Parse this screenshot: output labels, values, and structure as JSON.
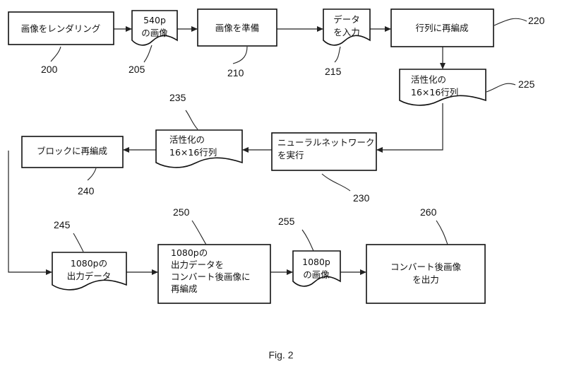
{
  "diagram": {
    "nodes": [
      {
        "id": "render",
        "shape": "process",
        "lines": [
          "画像をレンダリング"
        ],
        "ref": "200"
      },
      {
        "id": "img540",
        "shape": "document",
        "lines": [
          "540p",
          "の画像"
        ],
        "ref": "205"
      },
      {
        "id": "prepare",
        "shape": "process",
        "lines": [
          "画像を準備"
        ],
        "ref": "210"
      },
      {
        "id": "input",
        "shape": "document",
        "lines": [
          "データ",
          "を入力"
        ],
        "ref": "215"
      },
      {
        "id": "reorg_matrix",
        "shape": "process",
        "lines": [
          "行列に再編成"
        ],
        "ref": "220"
      },
      {
        "id": "act1",
        "shape": "document",
        "lines": [
          "活性化の",
          "16×16行列"
        ],
        "ref": "225"
      },
      {
        "id": "nn",
        "shape": "process",
        "lines": [
          "ニューラルネットワーク",
          "を実行"
        ],
        "ref": "230"
      },
      {
        "id": "act2",
        "shape": "document",
        "lines": [
          "活性化の",
          "16×16行列"
        ],
        "ref": "235"
      },
      {
        "id": "reorg_block",
        "shape": "process",
        "lines": [
          "ブロックに再編成"
        ],
        "ref": "240"
      },
      {
        "id": "out1080",
        "shape": "document",
        "lines": [
          "1080pの",
          "出力データ"
        ],
        "ref": "245"
      },
      {
        "id": "reorg_conv",
        "shape": "process",
        "lines": [
          "1080pの",
          "出力データを",
          "コンバート後画像に",
          "再編成"
        ],
        "ref": "250"
      },
      {
        "id": "img1080",
        "shape": "document",
        "lines": [
          "1080p",
          "の画像"
        ],
        "ref": "255"
      },
      {
        "id": "output",
        "shape": "process",
        "lines": [
          "コンバート後画像",
          "を出力"
        ],
        "ref": "260"
      }
    ],
    "edges": [
      {
        "from": "render",
        "to": "img540"
      },
      {
        "from": "img540",
        "to": "prepare"
      },
      {
        "from": "prepare",
        "to": "input"
      },
      {
        "from": "input",
        "to": "reorg_matrix"
      },
      {
        "from": "reorg_matrix",
        "to": "act1"
      },
      {
        "from": "act1",
        "to": "nn"
      },
      {
        "from": "nn",
        "to": "act2"
      },
      {
        "from": "act2",
        "to": "reorg_block"
      },
      {
        "from": "reorg_block",
        "to": "out1080"
      },
      {
        "from": "out1080",
        "to": "reorg_conv"
      },
      {
        "from": "reorg_conv",
        "to": "img1080"
      },
      {
        "from": "img1080",
        "to": "output"
      }
    ]
  },
  "caption": "Fig. 2"
}
